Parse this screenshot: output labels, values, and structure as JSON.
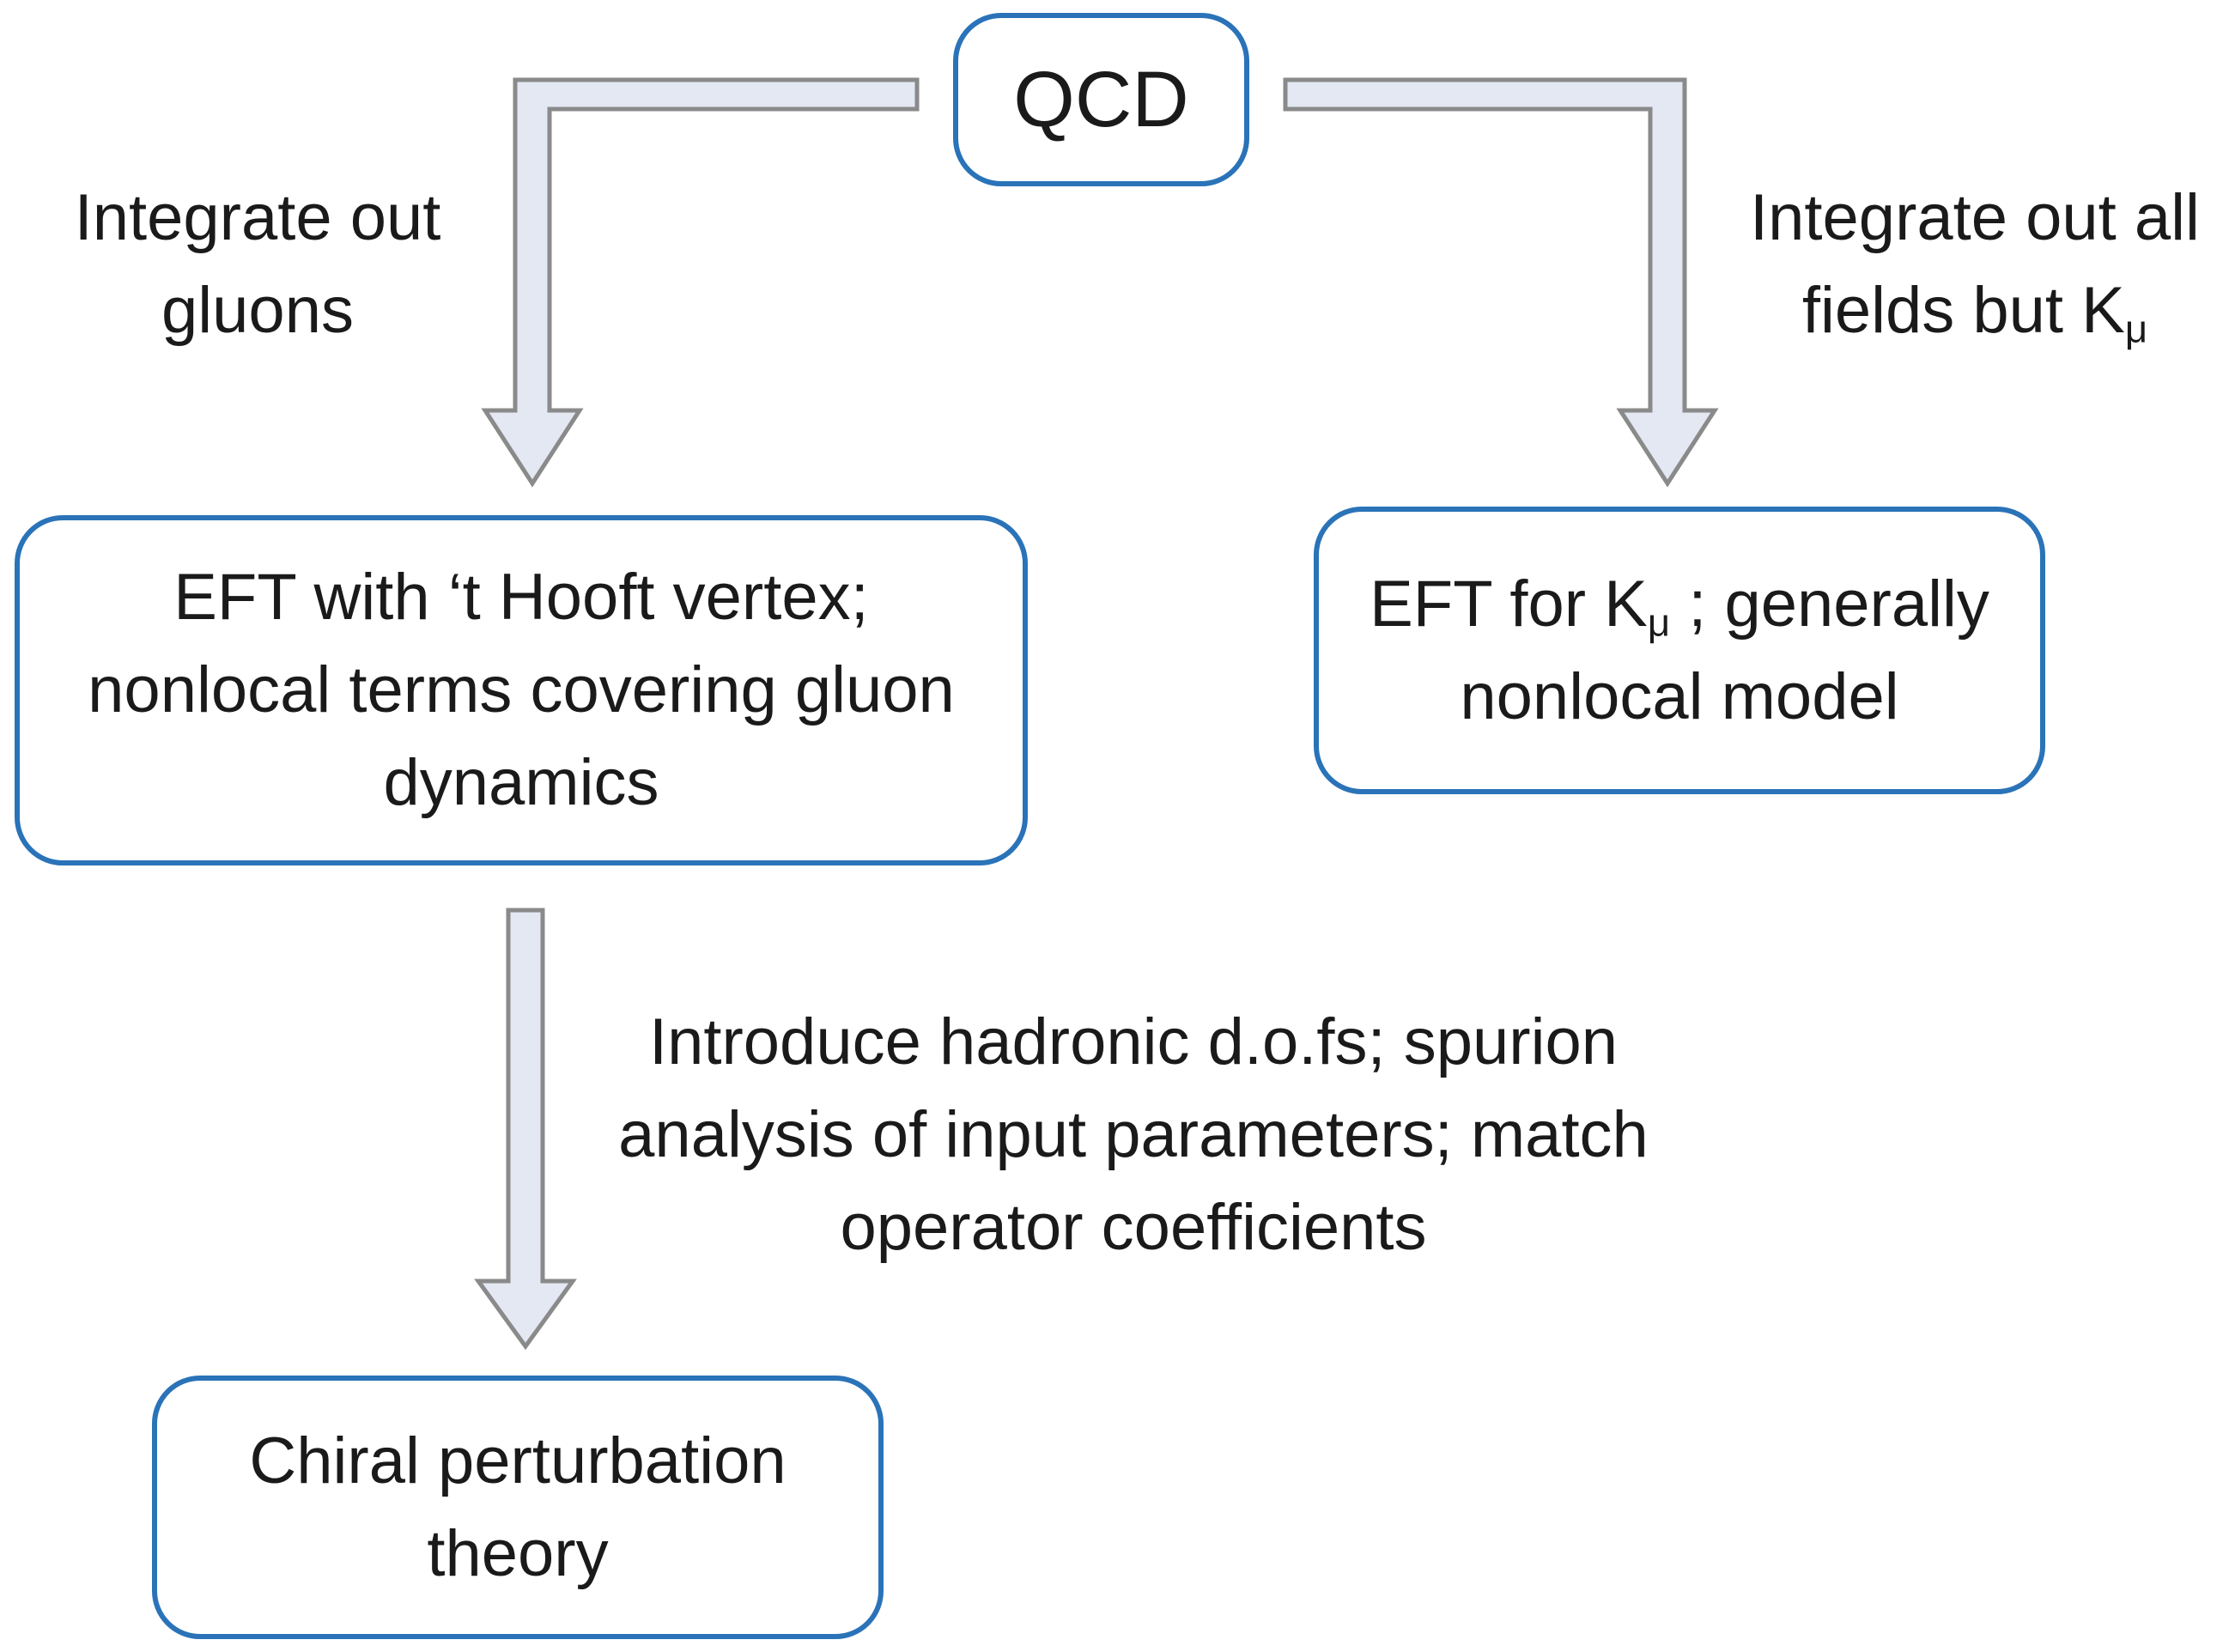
{
  "colors": {
    "box_border": "#2a73b8",
    "arrow_fill": "#e3e8f3",
    "arrow_stroke": "#8a8a8a",
    "text": "#1a1a1a"
  },
  "nodes": {
    "qcd": {
      "line1": "QCD"
    },
    "eft_thooft": {
      "line1": "EFT with ‘t Hooft vertex;",
      "line2": "nonlocal terms covering gluon",
      "line3": "dynamics"
    },
    "eft_kmu": {
      "line1_pre": "EFT for K",
      "line1_sub": "μ",
      "line1_post": " ; generally",
      "line2": "nonlocal model"
    },
    "chiral": {
      "line1": "Chiral perturbation",
      "line2": "theory"
    }
  },
  "edges": {
    "left": {
      "line1": "Integrate out",
      "line2": "gluons"
    },
    "right": {
      "line1": "Integrate out all",
      "line2_pre": "fields but K",
      "line2_sub": "μ"
    },
    "down": {
      "line1": "Introduce hadronic d.o.fs; spurion",
      "line2": "analysis of input parameters; match",
      "line3": "operator coefficients"
    }
  }
}
